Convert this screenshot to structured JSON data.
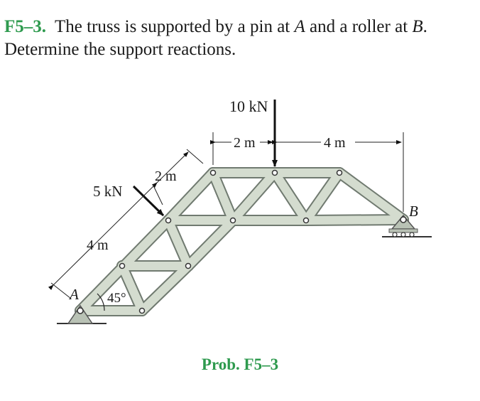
{
  "problem": {
    "number": "F5–3.",
    "text_1": "The truss is supported by a pin at ",
    "point_a": "A",
    "text_2": " and a roller at ",
    "point_b": "B",
    "text_3": ".",
    "line_2": "Determine the support reactions."
  },
  "figure": {
    "load_vertical": "10 kN",
    "load_inclined": "5 kN",
    "dim_2m_top": "2 m",
    "dim_4m_top": "4 m",
    "dim_2m_diag": "2 m",
    "dim_4m_diag": "4 m",
    "angle": "45°",
    "support_a": "A",
    "support_b": "B",
    "colors": {
      "member_fill": "#d4dccf",
      "member_edge": "#707a70",
      "accent": "#2e9a4e"
    }
  },
  "caption": "Prob. F5–3"
}
